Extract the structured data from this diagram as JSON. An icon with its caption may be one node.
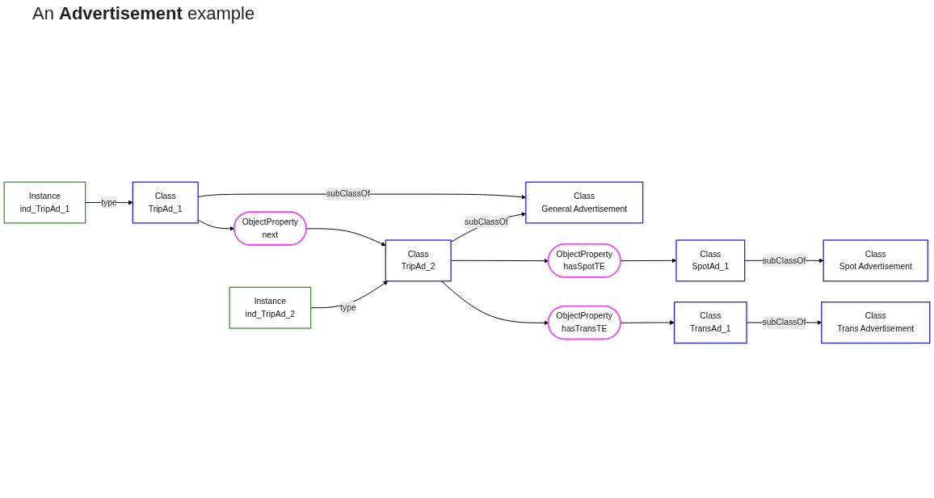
{
  "diagram": {
    "title": "An **Advertisement** example",
    "nodes": [
      {
        "text": [
          "Class",
          "Spot Advertisement"
        ]
      },
      {
        "text": [
          "Class",
          "General Advertisement"
        ]
      },
      {
        "text": [
          "ObjectProperty",
          "hasSpotTE"
        ]
      },
      {
        "text": [
          "Class",
          "SpotAd_1"
        ]
      },
      {
        "text": [
          "Class",
          "TripAd_1"
        ]
      },
      {
        "text": [
          "ObjectProperty",
          "next"
        ]
      },
      {
        "text": [
          "Class",
          "TripAd_2"
        ]
      },
      {
        "text": [
          "Class",
          "Trans Advertisement"
        ]
      },
      {
        "text": [
          "Instance",
          "ind_TripAd_1"
        ]
      },
      {
        "text": [
          "Instance",
          "ind_TripAd_2"
        ]
      },
      {
        "text": [
          "ObjectProperty",
          "hasTransTE"
        ]
      },
      {
        "text": [
          "Class",
          "TransAd_1"
        ]
      }
    ],
    "edges": [
      {
        "from": 4,
        "to": 1,
        "arrow": "to",
        "label": "subClassOf"
      },
      {
        "from": 6,
        "to": 1,
        "arrow": "to",
        "label": "subClassOf"
      },
      {
        "from": 3,
        "to": 0,
        "arrow": "to",
        "label": "subClassOf"
      },
      {
        "from": 4,
        "to": 5,
        "arrow": "to"
      },
      {
        "from": 5,
        "to": 6,
        "arrow": "to"
      },
      {
        "from": 6,
        "to": 2,
        "arrow": "to"
      },
      {
        "from": 2,
        "to": 3,
        "arrow": "to"
      },
      {
        "from": 6,
        "to": 10,
        "arrow": "to"
      },
      {
        "from": 10,
        "to": 11,
        "arrow": "to"
      },
      {
        "from": 11,
        "to": 7,
        "arrow": "to",
        "label": "subClassOf"
      },
      {
        "from": 8,
        "to": 4,
        "arrow": "to",
        "label": "type"
      },
      {
        "from": 9,
        "to": 6,
        "arrow": "to",
        "label": "type"
      }
    ]
  }
}
